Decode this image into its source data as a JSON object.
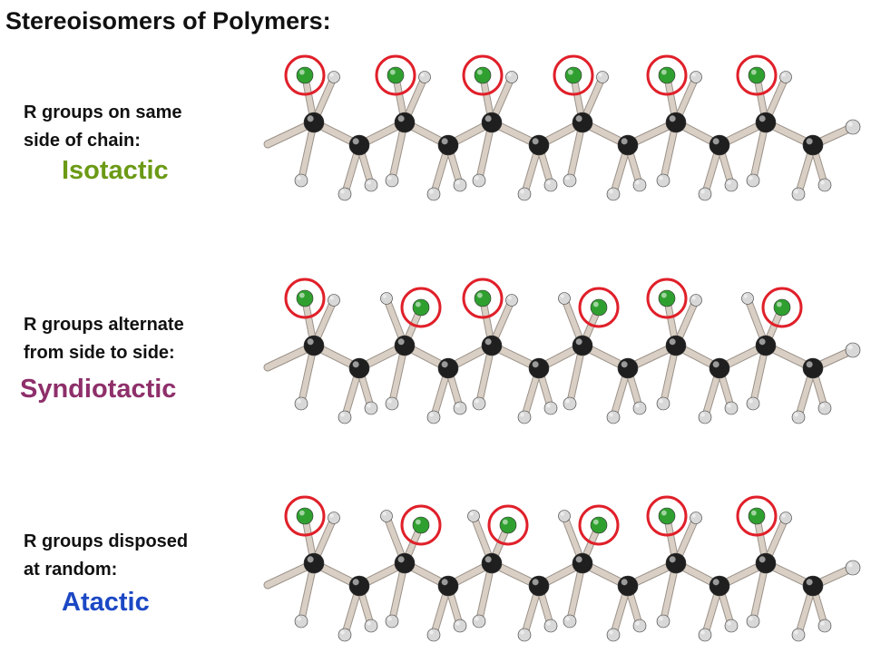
{
  "title": "Stereoisomers of Polymers:",
  "colors": {
    "isotactic": "#6b9a15",
    "syndiotactic": "#8e2f6a",
    "atactic": "#1c48c5",
    "carbon": "#1f1f1f",
    "hydrogen": "#d8d8d8",
    "r_group": "#2fa02f",
    "highlight_ring": "#e0202a",
    "bond": "#d9cfc4"
  },
  "rows": {
    "isotactic": {
      "line1": "R groups on same",
      "line2": "side of chain:",
      "name": "Isotactic",
      "r_group_sides": [
        "left",
        "left",
        "left",
        "left",
        "left",
        "left"
      ]
    },
    "syndiotactic": {
      "line1": "R groups alternate",
      "line2": "from side to side:",
      "name": "Syndiotactic",
      "r_group_sides": [
        "left",
        "right",
        "left",
        "right",
        "left",
        "right"
      ]
    },
    "atactic": {
      "line1": "R groups disposed",
      "line2": "at random:",
      "name": "Atactic",
      "r_group_sides": [
        "left",
        "right",
        "right",
        "right",
        "left",
        "left"
      ]
    }
  }
}
